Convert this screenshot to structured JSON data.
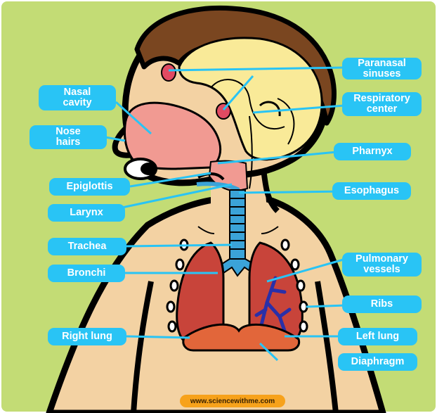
{
  "colors": {
    "background": "#c3dc75",
    "label_bg": "#29c4f5",
    "label_text": "#ffffff",
    "skin": "#f3d2a3",
    "hair": "#7a4620",
    "brain": "#f9ea98",
    "lung": "#c8443a",
    "diaphragm": "#e2663a",
    "airway": "#3ba3d8",
    "vessels": "#2a2fa8",
    "credit_bg": "#f7a21b"
  },
  "labels": {
    "paranasal_sinuses": "Paranasal\nsinuses",
    "respiratory_center": "Respiratory\ncenter",
    "pharnyx": "Pharnyx",
    "esophagus": "Esophagus",
    "pulmonary_vessels": "Pulmonary\nvessels",
    "ribs": "Ribs",
    "left_lung": "Left lung",
    "diaphragm": "Diaphragm",
    "nasal_cavity": "Nasal\ncavity",
    "nose_hairs": "Nose\nhairs",
    "epiglottis": "Epiglottis",
    "larynx": "Larynx",
    "trachea": "Trachea",
    "bronchi": "Bronchi",
    "right_lung": "Right lung"
  },
  "credit": "www.sciencewithme.com"
}
